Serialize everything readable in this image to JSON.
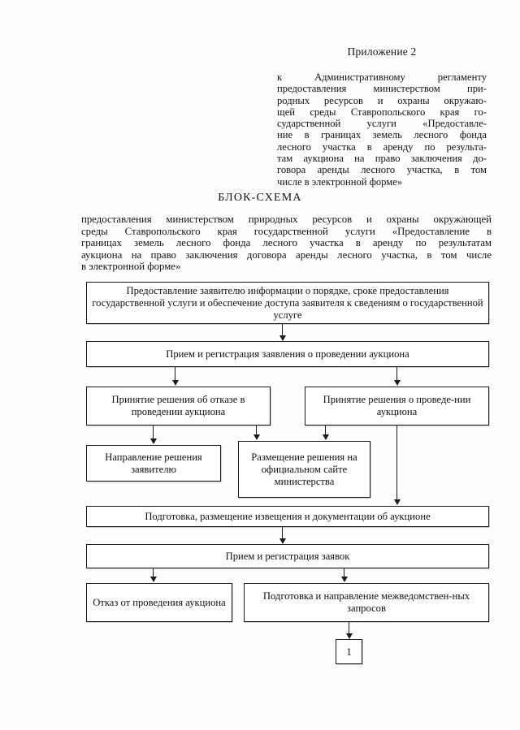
{
  "document": {
    "appendix_title": "Приложение 2",
    "appendix_reference_lines": [
      "к Административному регламенту",
      "предоставления министерством при-",
      "родных ресурсов и охраны окружаю-",
      "щей среды Ставропольского края го-",
      "сударственной услуги «Предоставле-",
      "ние в границах земель лесного фонда",
      "лесного участка в аренду по результа-",
      "там аукциона на право заключения до-",
      "говора аренды лесного участка, в том",
      "числе в электронной форме»"
    ],
    "scheme_title": "БЛОК-СХЕМА",
    "intro_lines": [
      "предоставления министерством природных ресурсов и охраны окружающей",
      "среды Ставропольского края государственной услуги «Предоставление в",
      "границах земель лесного фонда лесного участка в аренду по результатам",
      "аукциона на право заключения договора аренды лесного участка, в том числе",
      "в электронной форме»"
    ]
  },
  "flowchart": {
    "type": "flowchart",
    "nodes": [
      {
        "id": "n1",
        "label": "Предоставление заявителю информации о порядке, сроке предоставления государственной услуги и обеспечение доступа заявителя к сведениям о государственной услуге"
      },
      {
        "id": "n2",
        "label": "Прием и регистрация заявления о проведении аукциона"
      },
      {
        "id": "n3",
        "label": "Принятие решения об отказе в проведении аукциона"
      },
      {
        "id": "n4",
        "label": "Принятие решения о проведе-нии аукциона"
      },
      {
        "id": "n5",
        "label": "Направление решения заявителю"
      },
      {
        "id": "n6",
        "label": "Размещение решения на официальном сайте министерства"
      },
      {
        "id": "n7",
        "label": "Подготовка, размещение извещения и документации об аукционе"
      },
      {
        "id": "n8",
        "label": "Прием и регистрация заявок"
      },
      {
        "id": "n9",
        "label": "Отказ от проведения аукциона"
      },
      {
        "id": "n10",
        "label": "Подготовка и направление межведомствен-ных запросов"
      },
      {
        "id": "n11",
        "label": "1"
      }
    ],
    "edges": [
      {
        "from": "n1",
        "to": "n2"
      },
      {
        "from": "n2",
        "to": "n3"
      },
      {
        "from": "n2",
        "to": "n4"
      },
      {
        "from": "n3",
        "to": "n5"
      },
      {
        "from": "n3",
        "to": "n6"
      },
      {
        "from": "n4",
        "to": "n6"
      },
      {
        "from": "n4",
        "to": "n7"
      },
      {
        "from": "n7",
        "to": "n8"
      },
      {
        "from": "n8",
        "to": "n9"
      },
      {
        "from": "n8",
        "to": "n10"
      },
      {
        "from": "n10",
        "to": "n11"
      }
    ]
  },
  "colors": {
    "ink": "#1a1a1a",
    "paper": "#fefefe"
  }
}
